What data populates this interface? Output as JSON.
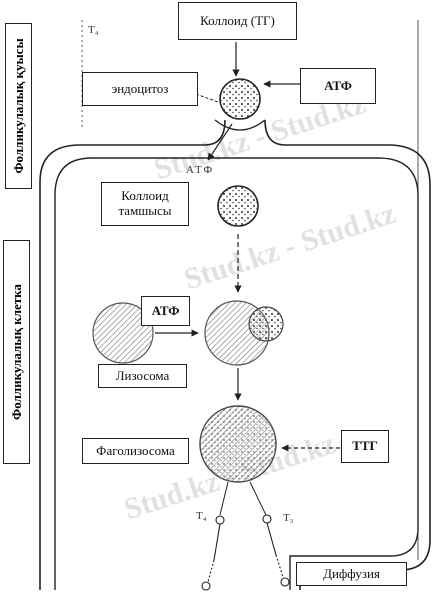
{
  "labels": {
    "colloid_tg": "Коллоид (ТГ)",
    "follicle_cavity": "Фолликулалық қуысы",
    "follicle_cell": "Фолликулалық клетка",
    "endocytosis": "эндоцитоз",
    "atf_top": "АТФ",
    "atf_small": "АТФ",
    "colloid_drop_line1": "Коллоид",
    "colloid_drop_line2": "тамшысы",
    "atf_middle": "АТФ",
    "lysosome": "Лизосома",
    "phagolysosome": "Фаголизосома",
    "ttg": "ТТГ",
    "diffusion": "Диффузия",
    "t4_corner": "T₄",
    "t4_bottom": "T₄",
    "t3_bottom": "T₃"
  },
  "watermark": "Stud.kz - Stud.kz",
  "colors": {
    "line": "#222222",
    "watermark": "#aaaaaa"
  }
}
